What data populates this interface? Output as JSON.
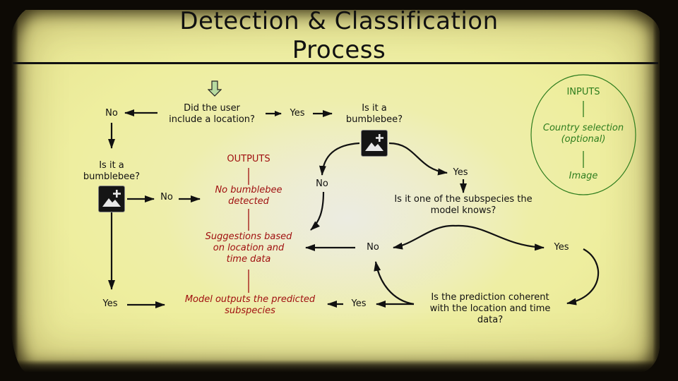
{
  "title": {
    "line1": "Detection & Classification",
    "line2": "Process"
  },
  "colors": {
    "text": "#111111",
    "outputs": "#a01010",
    "inputs": "#2e7d1e",
    "start_arrow_fill": "#b8dba0",
    "background": "#eeee9f"
  },
  "start_arrow_icon": "down-arrow-outline-icon",
  "nodes": {
    "q_location": [
      "Did the user",
      "include a location?"
    ],
    "no_location": "No",
    "yes_location": "Yes",
    "q_bee_right": [
      "Is it a",
      "bumblebee?"
    ],
    "q_bee_left": [
      "Is it a",
      "bumblebee?"
    ],
    "no_bee_right": "No",
    "yes_bee_right": "Yes",
    "no_bee_left": "No",
    "yes_bee_left": "Yes",
    "q_subspecies": [
      "Is it one of the subspecies the",
      "model knows?"
    ],
    "no_subspecies": "No",
    "yes_subspecies": "Yes",
    "q_coherent": [
      "Is the prediction coherent",
      "with the location and time",
      "data?"
    ],
    "yes_coherent": "Yes"
  },
  "image_icon": "add-image-icon",
  "outputs": {
    "heading": "OUTPUTS",
    "items": [
      [
        "No bumblebee",
        "detected"
      ],
      [
        "Suggestions based",
        "on location and",
        "time data"
      ],
      [
        "Model outputs the predicted",
        "subspecies"
      ]
    ]
  },
  "inputs": {
    "heading": "INPUTS",
    "items": [
      [
        "Country selection",
        "(optional)"
      ],
      [
        "Image"
      ]
    ]
  }
}
